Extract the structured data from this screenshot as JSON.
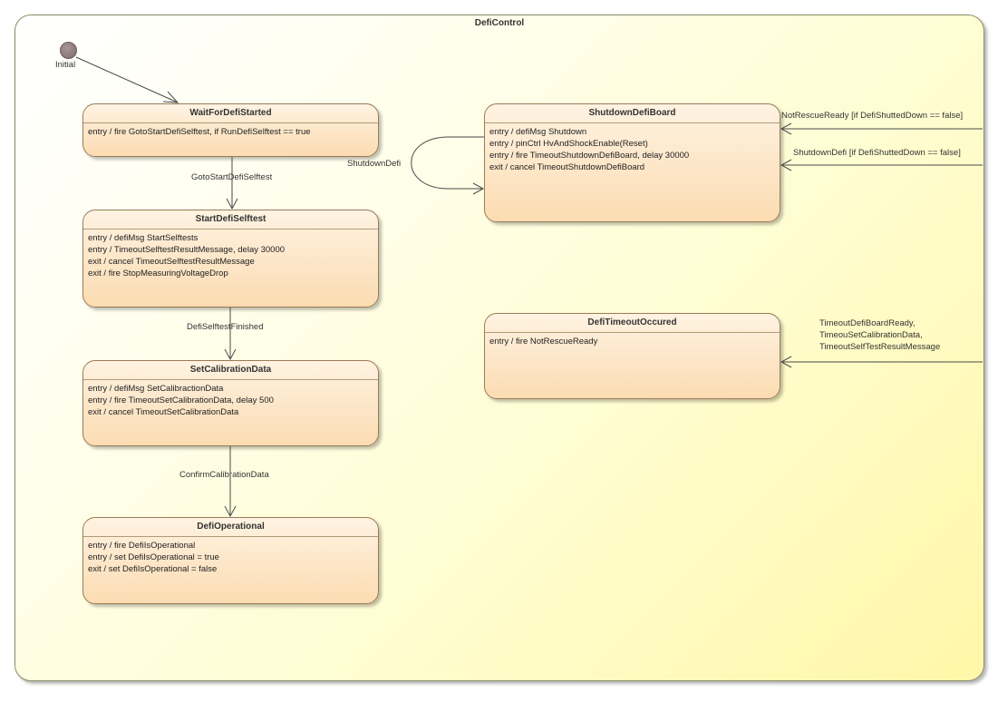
{
  "diagram": {
    "title": "DefiControl",
    "initial_label": "Initial",
    "states": {
      "wait": {
        "name": "WaitForDefiStarted",
        "actions": [
          "entry / fire GotoStartDefiSelftest, if RunDefiSelftest == true"
        ]
      },
      "start": {
        "name": "StartDefiSelftest",
        "actions": [
          "entry / defiMsg StartSelftests",
          "entry / TimeoutSelftestResultMessage, delay 30000",
          "exit / cancel TimeoutSelftestResultMessage",
          "exit / fire StopMeasuringVoltageDrop"
        ]
      },
      "calib": {
        "name": "SetCalibrationData",
        "actions": [
          "entry / defiMsg SetCalibractionData",
          "entry / fire TimeoutSetCalibrationData, delay 500",
          "exit / cancel  TimeoutSetCalibrationData"
        ]
      },
      "operational": {
        "name": "DefiOperational",
        "actions": [
          "entry / fire DefiIsOperational",
          "entry / set DefiIsOperational = true",
          "exit / set DefiIsOperational = false"
        ]
      },
      "shutdown": {
        "name": "ShutdownDefiBoard",
        "actions": [
          "entry / defiMsg Shutdown",
          "entry / pinCtrl HvAndShockEnable(Reset)",
          "entry / fire TimeoutShutdownDefiBoard, delay 30000",
          "exit / cancel TimeoutShutdownDefiBoard"
        ]
      },
      "timeout": {
        "name": "DefiTimeoutOccured",
        "actions": [
          "entry / fire NotRescueReady"
        ]
      }
    },
    "transitions": {
      "goto_start": "GotoStartDefiSelftest",
      "selftest_finished": "DefiSelftestFinished",
      "confirm_calib": "ConfirmCalibrationData",
      "self_shutdown": "ShutdownDefi",
      "not_rescue_ready": "NotRescueReady [if DefiShuttedDown == false]",
      "shutdown_defi": "ShutdownDefi [if DefiShuttedDown == false]",
      "timeouts": [
        "TimeoutDefiBoardReady,",
        "TimeouSetCalibrationData,",
        "TimeoutSelfTestResultMessage"
      ]
    }
  }
}
